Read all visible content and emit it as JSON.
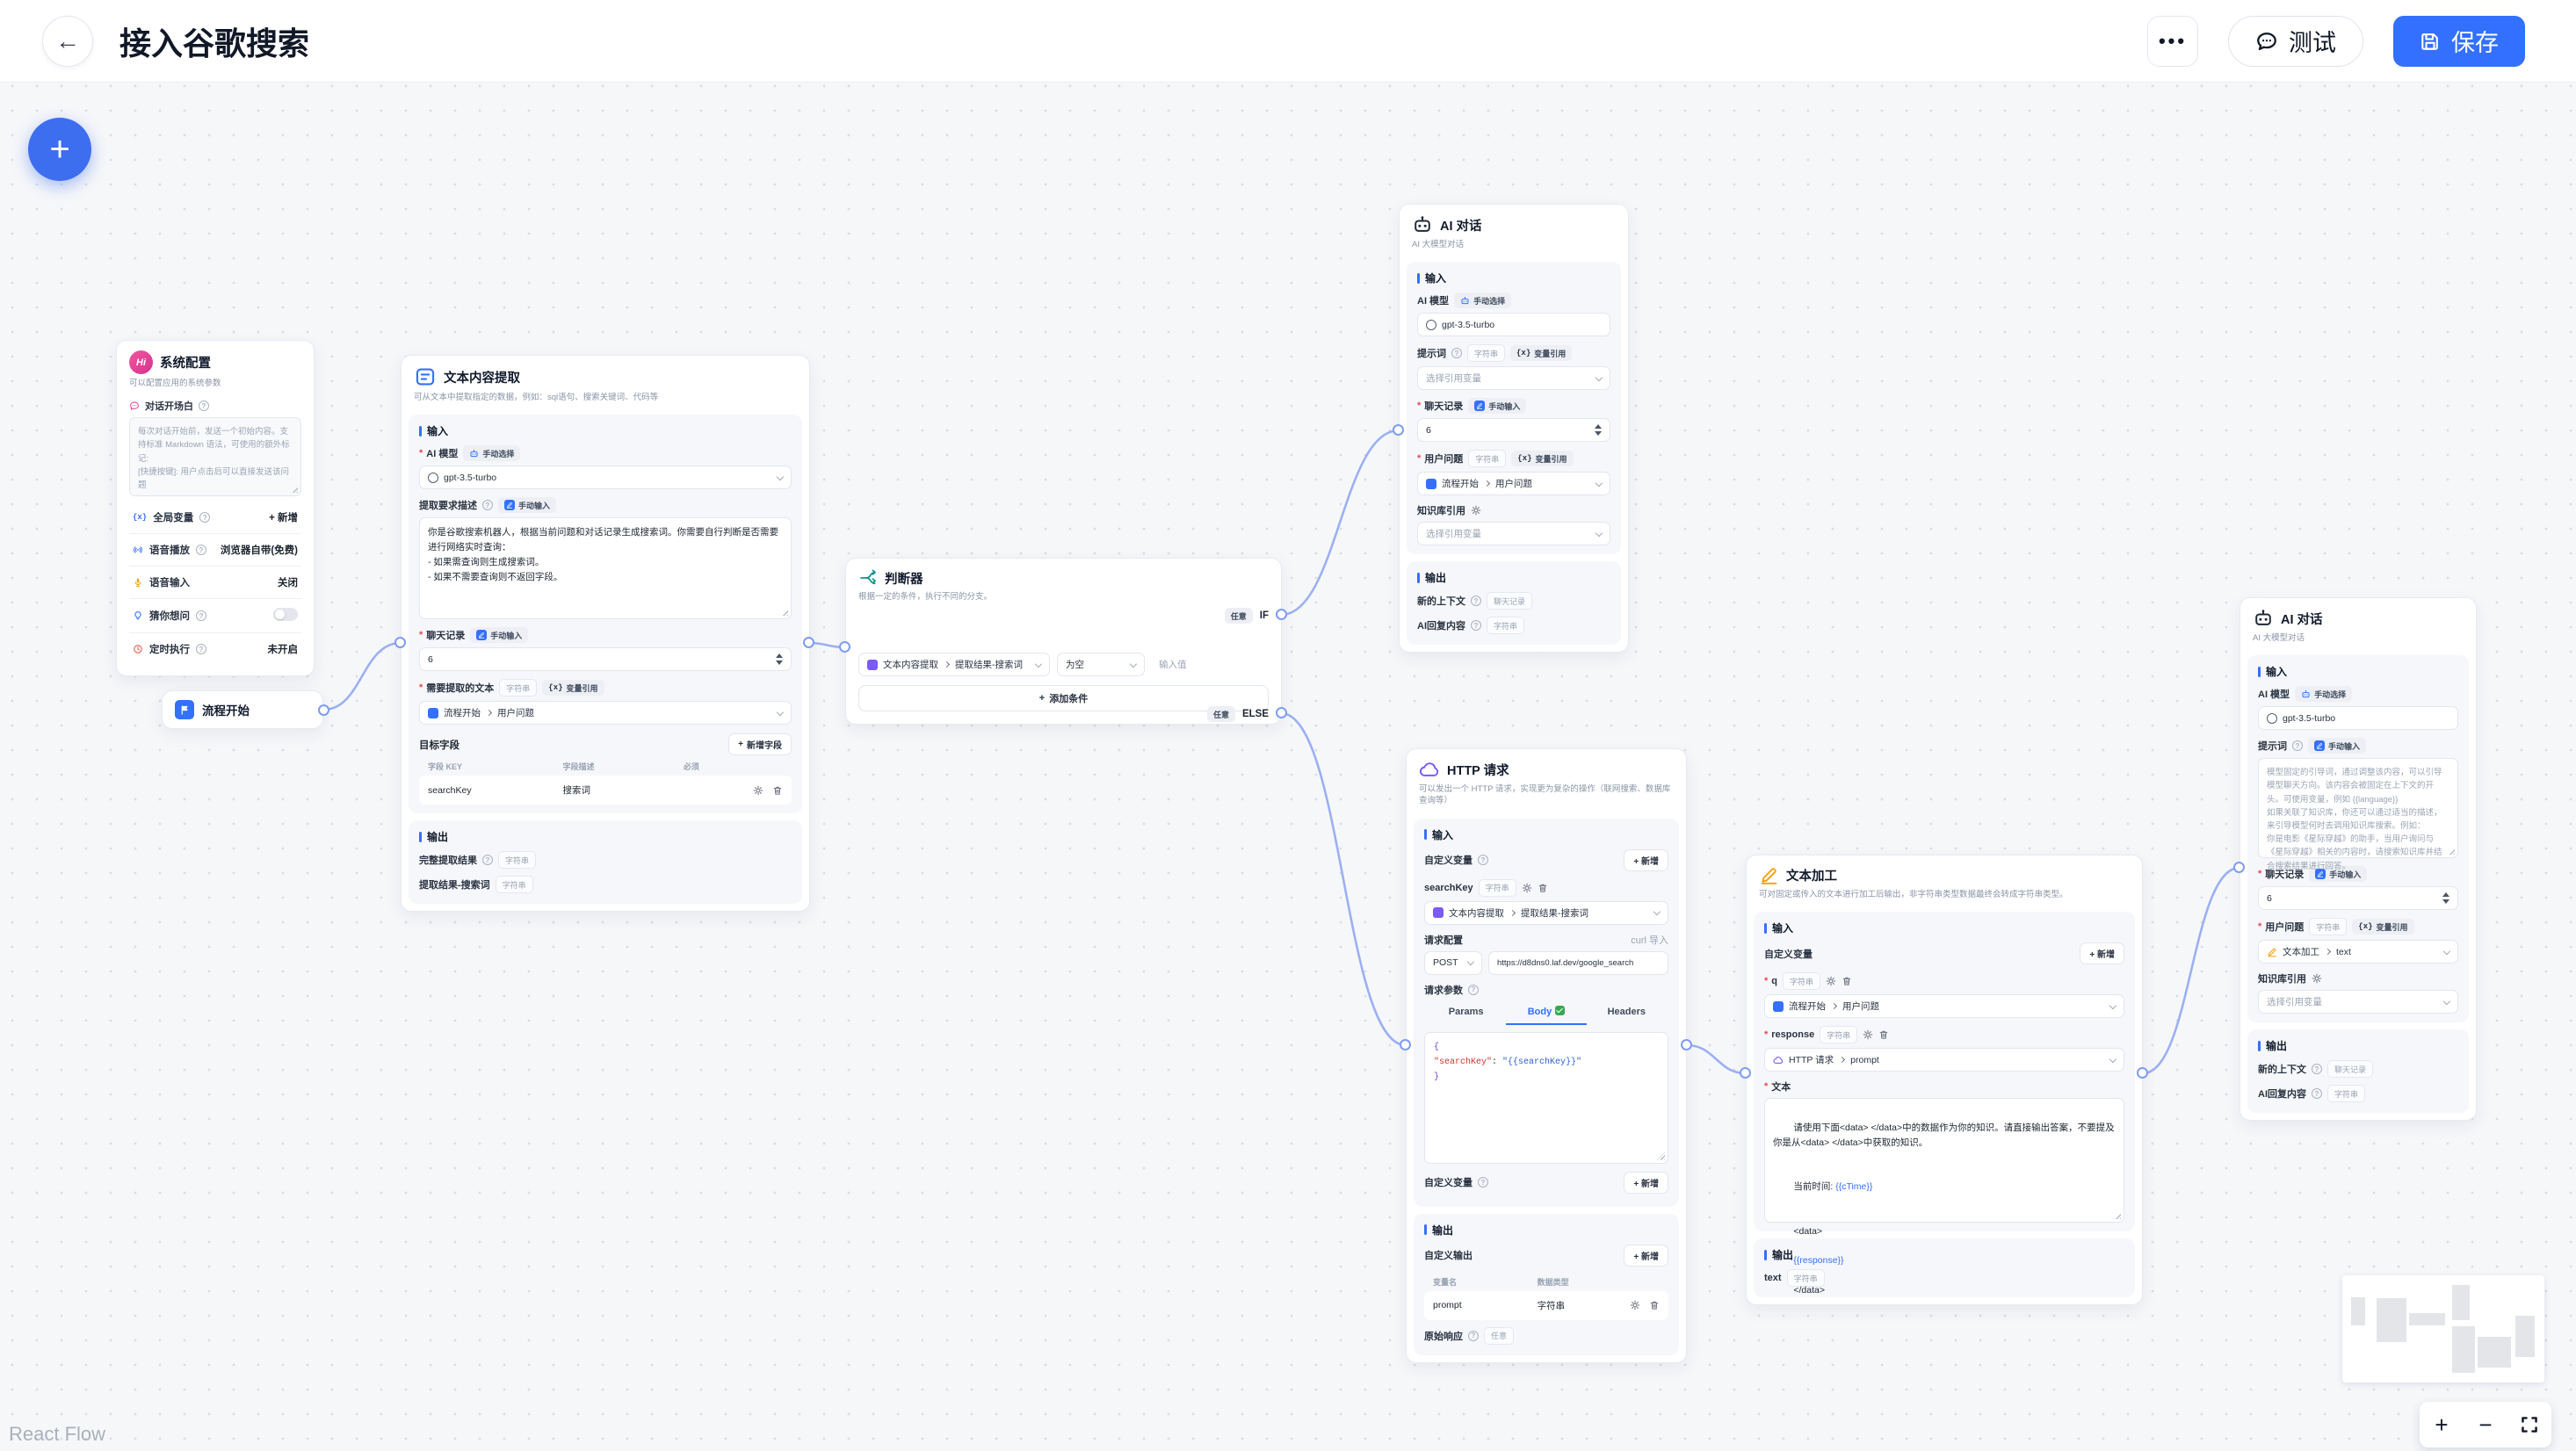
{
  "header": {
    "title": "接入谷歌搜索",
    "more": "•••",
    "test": "测试",
    "save": "保存"
  },
  "canvas": {
    "attribution": "React Flow"
  },
  "common": {
    "input": "输入",
    "output": "输出",
    "manual_select": "手动选择",
    "manual_input": "手动输入",
    "var_ref": "变量引用",
    "t_string": "字符串",
    "t_history": "聊天记录",
    "t_any": "任意",
    "add": "+ 新增",
    "brace_x": "{x}",
    "model": "gpt-3.5-turbo",
    "select_var": "选择引用变量",
    "ai_model": "AI 模型",
    "prompt": "提示词",
    "history": "聊天记录",
    "question": "用户问题",
    "kb_ref": "知识库引用",
    "new_context": "新的上下文",
    "ai_reply": "AI回复内容",
    "rounds": "6",
    "custom_vars": "自定义变量"
  },
  "sys": {
    "title": "系统配置",
    "icon_text": "Hi",
    "desc": "可以配置应用的系统参数",
    "opening_label": "对话开场白",
    "opening_placeholder": "每次对话开始前，发送一个初始内容。支持标准 Markdown 语法，可使用的额外标记:\n[快捷按键]: 用户点击后可以直接发送该问题",
    "rows": [
      {
        "label": "全局变量",
        "action": "+ 新增"
      },
      {
        "label": "语音播放",
        "value": "浏览器自带(免费)"
      },
      {
        "label": "语音输入",
        "value": "关闭"
      },
      {
        "label": "猜你想问",
        "value": ""
      },
      {
        "label": "定时执行",
        "value": "未开启"
      }
    ]
  },
  "flow_start": {
    "title": "流程开始"
  },
  "extract": {
    "title": "文本内容提取",
    "desc": "可从文本中提取指定的数据，例如：sql语句、搜索关键词、代码等",
    "require_label": "提取要求描述",
    "require_text": "你是谷歌搜索机器人，根据当前问题和对话记录生成搜索词。你需要自行判断是否需要进行网络实时查询：\n- 如果需查询则生成搜索词。\n- 如果不需要查询则不返回字段。",
    "target_text_label": "需要提取的文本",
    "source_ref": {
      "source": "流程开始",
      "field": "用户问题"
    },
    "target_fields_label": "目标字段",
    "add_field": "新增字段",
    "table": {
      "headers": [
        "字段 KEY",
        "字段描述",
        "必须"
      ],
      "row": {
        "key": "searchKey",
        "desc": "搜索词"
      }
    },
    "out_full": "完整提取结果",
    "out_field": "提取结果-搜索词"
  },
  "cond": {
    "title": "判断器",
    "desc": "根据一定的条件，执行不同的分支。",
    "any": "任意",
    "if_label": "IF",
    "else_label": "ELSE",
    "ref": {
      "source": "文本内容提取",
      "field": "提取结果-搜索词"
    },
    "op": "为空",
    "value_placeholder": "输入值",
    "add_condition": "添加条件"
  },
  "ai_top": {
    "title": "AI 对话",
    "desc": "AI 大模型对话",
    "user_ref": {
      "source": "流程开始",
      "field": "用户问题"
    }
  },
  "http": {
    "title": "HTTP 请求",
    "desc": "可以发出一个 HTTP 请求，实现更为复杂的操作（联网搜索、数据库查询等）",
    "var_name": "searchKey",
    "var_ref": {
      "source": "文本内容提取",
      "field": "提取结果-搜索词"
    },
    "req_config_label": "请求配置",
    "curl_import": "curl 导入",
    "method": "POST",
    "url": "https://d8dns0.laf.dev/google_search",
    "req_params_label": "请求参数",
    "tabs": {
      "params": "Params",
      "body": "Body",
      "headers": "Headers"
    },
    "code": {
      "open": "{",
      "key": "\"searchKey\"",
      "colon": ": ",
      "value": "\"{{searchKey}}\"",
      "close": "}"
    },
    "custom_out_label": "自定义输出",
    "out_headers": {
      "name": "变量名",
      "type": "数据类型"
    },
    "out_row": {
      "name": "prompt",
      "type": "字符串"
    },
    "raw_label": "原始响应"
  },
  "text_edit": {
    "title": "文本加工",
    "desc": "可对固定或传入的文本进行加工后输出，非字符串类型数据最终会转成字符串类型。",
    "var_q": "q",
    "var_response": "response",
    "q_ref": {
      "source": "流程开始",
      "field": "用户问题"
    },
    "resp_ref": {
      "source": "HTTP 请求",
      "field": "prompt"
    },
    "text_label": "文本",
    "text_p1": "请使用下面<data> </data>中的数据作为你的知识。请直接输出答案，不要提及你是从<data> </data>中获取的知识。",
    "time_label": "当前时间: ",
    "time_var": "{{cTime}}",
    "data_open": "<data>",
    "resp_var": "{{response}}",
    "data_close": "</data>",
    "out_name": "text"
  },
  "ai_right": {
    "title": "AI 对话",
    "desc": "AI 大模型对话",
    "prompt_placeholder": "模型固定的引导词，通过调整该内容，可以引导模型聊天方向。该内容会被固定在上下文的开头。可使用变量，例如 {{language}}\n如果关联了知识库，你还可以通过适当的描述，来引导模型何时去调用知识库搜索。例如：\n你是电影《星际穿越》的助手，当用户询问与《星际穿越》相关的内容时，请搜索知识库并结合搜索结果进行回答。",
    "user_ref": {
      "source": "文本加工",
      "field": "text"
    }
  }
}
